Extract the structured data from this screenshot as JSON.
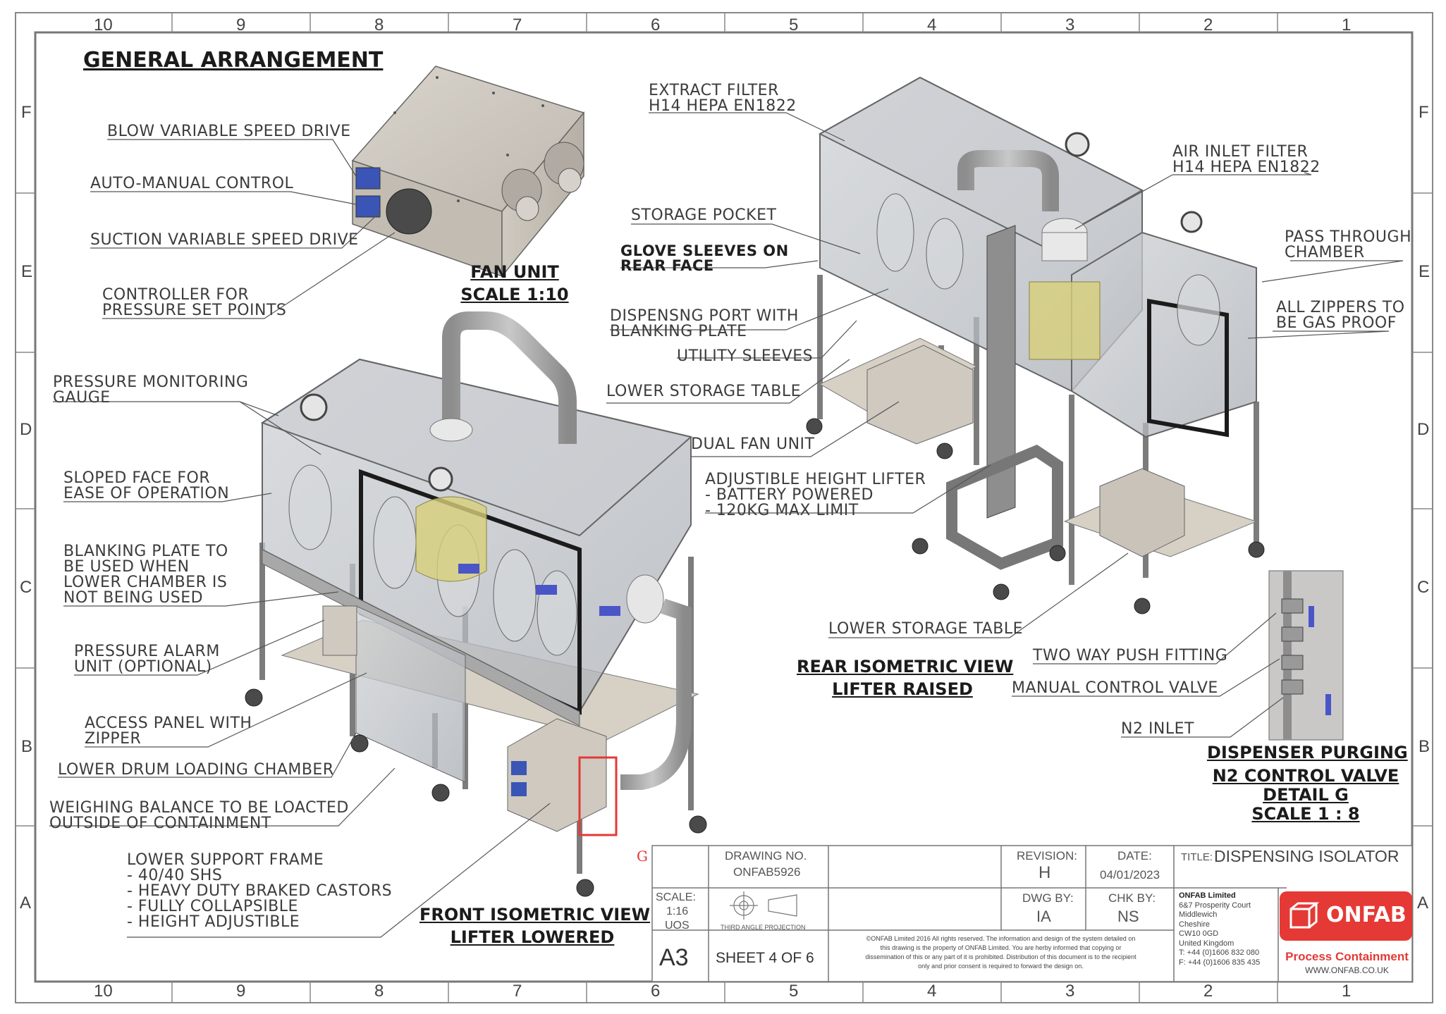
{
  "zones": {
    "columns": [
      "10",
      "9",
      "8",
      "7",
      "6",
      "5",
      "4",
      "3",
      "2",
      "1"
    ],
    "rows": [
      "F",
      "E",
      "D",
      "C",
      "B",
      "A"
    ]
  },
  "headings": {
    "general_arrangement": "GENERAL ARRANGEMENT",
    "fan_unit": "FAN UNIT",
    "fan_unit_scale": "SCALE 1:10",
    "rear_view": "REAR ISOMETRIC VIEW",
    "rear_view_sub": "LIFTER RAISED",
    "front_view": "FRONT ISOMETRIC VIEW",
    "front_view_sub": "LIFTER LOWERED",
    "detail_1": "DISPENSER PURGING",
    "detail_2": "N2 CONTROL VALVE",
    "detail_3": "DETAIL G",
    "detail_4": "SCALE 1 : 8",
    "detail_marker": "G"
  },
  "callouts": {
    "blow_vsd": "BLOW VARIABLE SPEED DRIVE",
    "auto_manual": "AUTO-MANUAL CONTROL",
    "suction_vsd": "SUCTION VARIABLE SPEED DRIVE",
    "controller_1": "CONTROLLER FOR",
    "controller_2": "PRESSURE SET POINTS",
    "pressure_gauge_1": "PRESSURE MONITORING",
    "pressure_gauge_2": "GAUGE",
    "sloped_1": "SLOPED FACE FOR",
    "sloped_2": "EASE OF OPERATION",
    "blanking_1": "BLANKING PLATE TO",
    "blanking_2": "BE USED WHEN",
    "blanking_3": "LOWER CHAMBER IS",
    "blanking_4": "NOT BEING USED",
    "alarm_1": "PRESSURE ALARM",
    "alarm_2": "UNIT (OPTIONAL)",
    "access_1": "ACCESS PANEL WITH",
    "access_2": "ZIPPER",
    "drum_chamber": "LOWER DRUM LOADING CHAMBER",
    "weighing_1": "WEIGHING BALANCE TO BE LOACTED",
    "weighing_2": "OUTSIDE OF CONTAINMENT",
    "support_1": "LOWER SUPPORT FRAME",
    "support_2": "- 40/40 SHS",
    "support_3": "- HEAVY DUTY BRAKED CASTORS",
    "support_4": "- FULLY COLLAPSIBLE",
    "support_5": "- HEIGHT ADJUSTIBLE",
    "extract_1": "EXTRACT FILTER",
    "extract_2": "H14 HEPA EN1822",
    "storage_pocket": "STORAGE POCKET",
    "glove_1": "GLOVE SLEEVES ON",
    "glove_2": "REAR FACE",
    "dispensing_1": "DISPENSNG PORT WITH",
    "dispensing_2": "BLANKING PLATE",
    "utility": "UTILITY SLEEVES",
    "lower_table_1": "LOWER STORAGE TABLE",
    "dual_fan": "DUAL FAN UNIT",
    "lifter_1": "ADJUSTIBLE HEIGHT LIFTER",
    "lifter_2": "- BATTERY POWERED",
    "lifter_3": "- 120KG MAX LIMIT",
    "lower_table_2": "LOWER STORAGE TABLE",
    "air_inlet_1": "AIR INLET FILTER",
    "air_inlet_2": "H14 HEPA EN1822",
    "pass_1": "PASS THROUGH",
    "pass_2": "CHAMBER",
    "zippers_1": "ALL ZIPPERS TO",
    "zippers_2": "BE GAS PROOF",
    "push_fitting": "TWO WAY PUSH FITTING",
    "manual_valve": "MANUAL CONTROL VALVE",
    "n2_inlet": "N2 INLET"
  },
  "title_block": {
    "drawing_no_label": "DRAWING NO.",
    "drawing_no": "ONFAB5926",
    "revision_label": "REVISION:",
    "revision": "H",
    "date_label": "DATE:",
    "date": "04/01/2023",
    "title_label": "TITLE:",
    "title": "DISPENSING ISOLATOR",
    "scale_label": "SCALE:",
    "scale": "1:16",
    "units": "UOS",
    "projection": "THIRD ANGLE PROJECTION",
    "dwg_by_label": "DWG BY:",
    "dwg_by": "IA",
    "chk_by_label": "CHK BY:",
    "chk_by": "NS",
    "paper": "A3",
    "sheet": "SHEET 4 OF 6",
    "copyright_1": "©ONFAB Limited 2016 All rights reserved. The information and design of the system detailed on",
    "copyright_2": "this drawing is the property of ONFAB Limited. You are herby informed that copying or",
    "copyright_3": "dissemination of this or any part of it is prohibited. Distribution of this document is to the recipient",
    "copyright_4": "only and prior consent is required to forward the design on.",
    "company": "ONFAB Limited",
    "address_1": "6&7 Prosperity Court",
    "address_2": "Middlewich",
    "address_3": "Cheshire",
    "address_4": "CW10 0GD",
    "address_5": "United Kingdom",
    "phone": "T: +44 (0)1606 832 080",
    "fax": "F: +44 (0)1606 835 435",
    "logo_text": "ONFAB",
    "logo_tagline": "Process Containment",
    "website": "WWW.ONFAB.CO.UK"
  },
  "colors": {
    "brand_red": "#e53935",
    "line": "#555555",
    "steel": "#9a9a9a",
    "glass": "#c9cdd2",
    "glove_blue": "#4a55c8",
    "drum_yellow": "#d8d07a"
  }
}
